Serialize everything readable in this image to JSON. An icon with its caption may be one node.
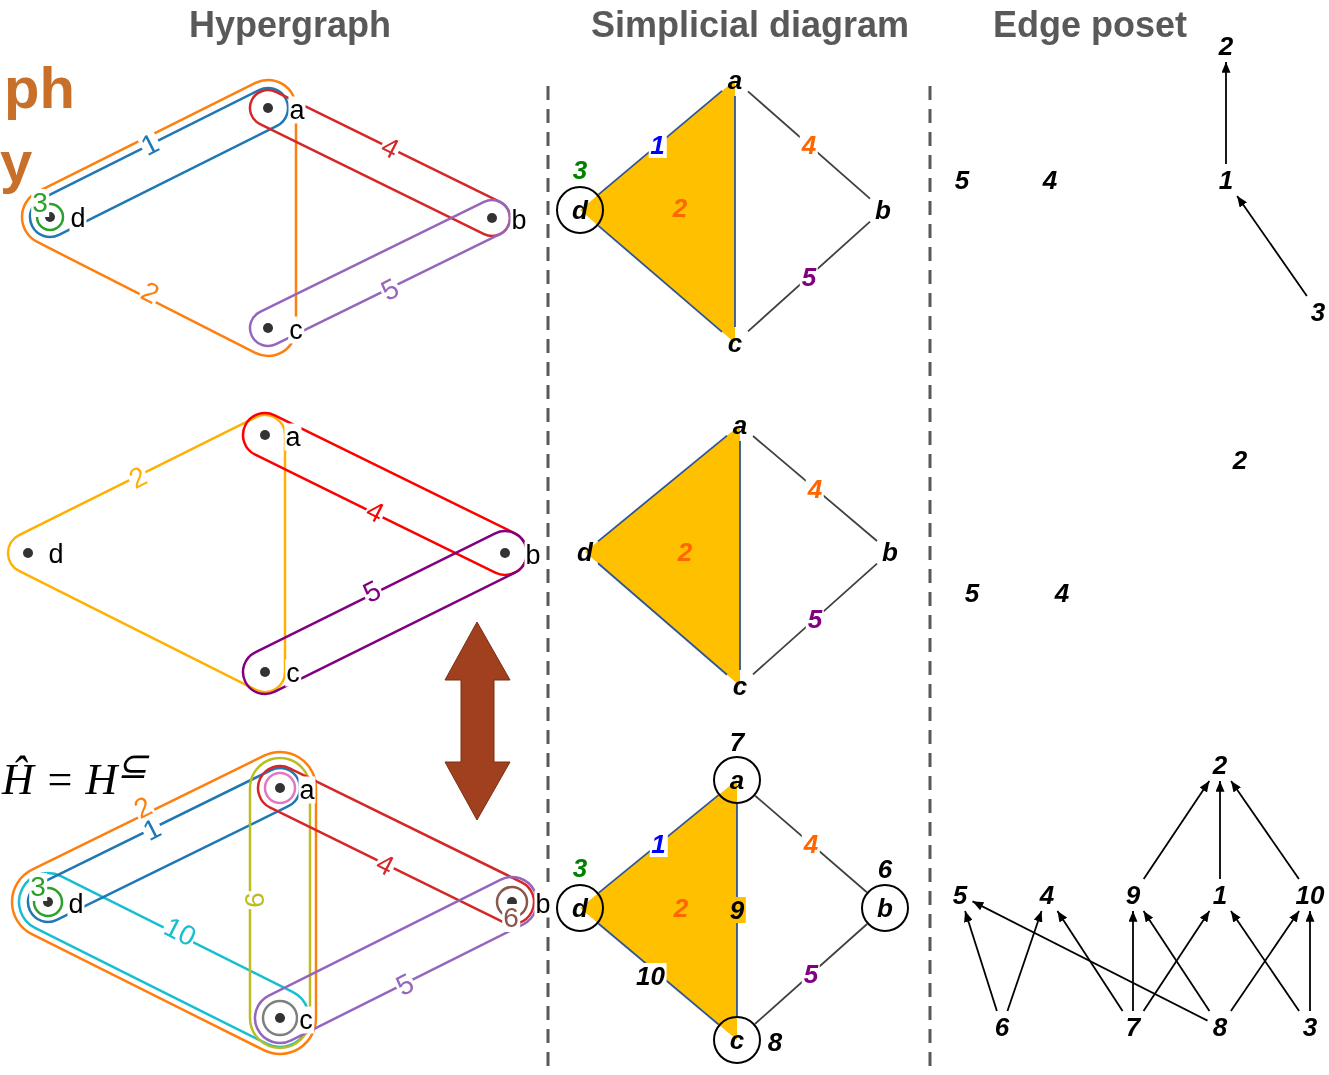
{
  "diagram": {
    "nodes": [
      {
        "text": [
          "a"
        ]
      },
      {
        "text": [
          "b"
        ]
      },
      {
        "text": [
          "c"
        ]
      },
      {
        "text": [
          "d"
        ],
        "beside": [
          "3"
        ]
      },
      {
        "text": [
          "2"
        ]
      },
      {
        "text": [
          "5"
        ]
      },
      {
        "text": [
          "4"
        ]
      },
      {
        "text": [
          "1"
        ]
      },
      {
        "text": [
          "3"
        ]
      },
      {
        "text": [
          "a"
        ]
      },
      {
        "text": [
          "b"
        ]
      },
      {
        "text": [
          "c"
        ]
      },
      {
        "text": [
          "d"
        ]
      },
      {
        "text": [
          "2"
        ]
      },
      {
        "text": [
          "5"
        ]
      },
      {
        "text": [
          "4"
        ]
      },
      {
        "text": [
          "a"
        ],
        "beside": [
          "7"
        ]
      },
      {
        "text": [
          "b"
        ],
        "beside": [
          "6"
        ]
      },
      {
        "text": [
          "c"
        ],
        "beside": [
          "8"
        ]
      },
      {
        "text": [
          "d"
        ],
        "beside": [
          "3"
        ]
      },
      {
        "text": [
          "2"
        ]
      },
      {
        "text": [
          "5"
        ]
      },
      {
        "text": [
          "4"
        ]
      },
      {
        "text": [
          "9"
        ]
      },
      {
        "text": [
          "1"
        ]
      },
      {
        "text": [
          "10"
        ]
      },
      {
        "text": [
          "6"
        ]
      },
      {
        "text": [
          "7"
        ]
      },
      {
        "text": [
          "8"
        ]
      },
      {
        "text": [
          "3"
        ]
      }
    ],
    "edges": [
      {
        "from": 3,
        "to": 0,
        "arrow": "none",
        "label": "1",
        "color": "#2f5597"
      },
      {
        "from": 0,
        "to": 1,
        "arrow": "none",
        "label": "4",
        "color": "#404040"
      },
      {
        "from": 1,
        "to": 2,
        "arrow": "none",
        "label": "5",
        "color": "#404040"
      },
      {
        "from": 2,
        "to": 3,
        "arrow": "none",
        "color": "#2f5597"
      },
      {
        "from": 0,
        "to": 2,
        "arrow": "none",
        "color": "#2f5597"
      },
      {
        "from": 7,
        "to": 4,
        "arrow": "to"
      },
      {
        "from": 8,
        "to": 7,
        "arrow": "to"
      },
      {
        "from": 12,
        "to": 9,
        "arrow": "none",
        "color": "#2f5597"
      },
      {
        "from": 9,
        "to": 10,
        "arrow": "none",
        "label": "4",
        "color": "#404040"
      },
      {
        "from": 10,
        "to": 11,
        "arrow": "none",
        "label": "5",
        "color": "#404040"
      },
      {
        "from": 11,
        "to": 12,
        "arrow": "none",
        "color": "#2f5597"
      },
      {
        "from": 9,
        "to": 11,
        "arrow": "none",
        "color": "#2f5597"
      },
      {
        "from": 19,
        "to": 16,
        "arrow": "none",
        "label": "1",
        "color": "#2f5597"
      },
      {
        "from": 16,
        "to": 17,
        "arrow": "none",
        "label": "4",
        "color": "#404040"
      },
      {
        "from": 17,
        "to": 18,
        "arrow": "none",
        "label": "5",
        "color": "#404040"
      },
      {
        "from": 18,
        "to": 19,
        "arrow": "none",
        "label": "10",
        "color": "#2f5597"
      },
      {
        "from": 16,
        "to": 18,
        "arrow": "none",
        "label": "9",
        "color": "#2f5597"
      },
      {
        "from": 23,
        "to": 20,
        "arrow": "to"
      },
      {
        "from": 24,
        "to": 20,
        "arrow": "to"
      },
      {
        "from": 25,
        "to": 20,
        "arrow": "to"
      },
      {
        "from": 26,
        "to": 21,
        "arrow": "to"
      },
      {
        "from": 26,
        "to": 22,
        "arrow": "to"
      },
      {
        "from": 27,
        "to": 22,
        "arrow": "to"
      },
      {
        "from": 27,
        "to": 23,
        "arrow": "to"
      },
      {
        "from": 27,
        "to": 24,
        "arrow": "to"
      },
      {
        "from": 28,
        "to": 21,
        "arrow": "to"
      },
      {
        "from": 28,
        "to": 23,
        "arrow": "to"
      },
      {
        "from": 28,
        "to": 25,
        "arrow": "to"
      },
      {
        "from": 29,
        "to": 24,
        "arrow": "to"
      },
      {
        "from": 29,
        "to": 25,
        "arrow": "to"
      }
    ],
    "labels": [
      "Hypergraph",
      "Simplicial diagram",
      "Edge poset",
      "ph",
      "y",
      "a",
      "1",
      "4",
      "3",
      "d",
      "b",
      "2",
      "5",
      "c",
      "2",
      "a",
      "2",
      "4",
      "d",
      "b",
      "5",
      "c",
      "2",
      "Ĥ = H$^{⊆}$",
      "a",
      "2",
      "1",
      "4",
      "3",
      "d",
      "b",
      "6",
      "9",
      "10",
      "5",
      "c",
      "2"
    ]
  }
}
